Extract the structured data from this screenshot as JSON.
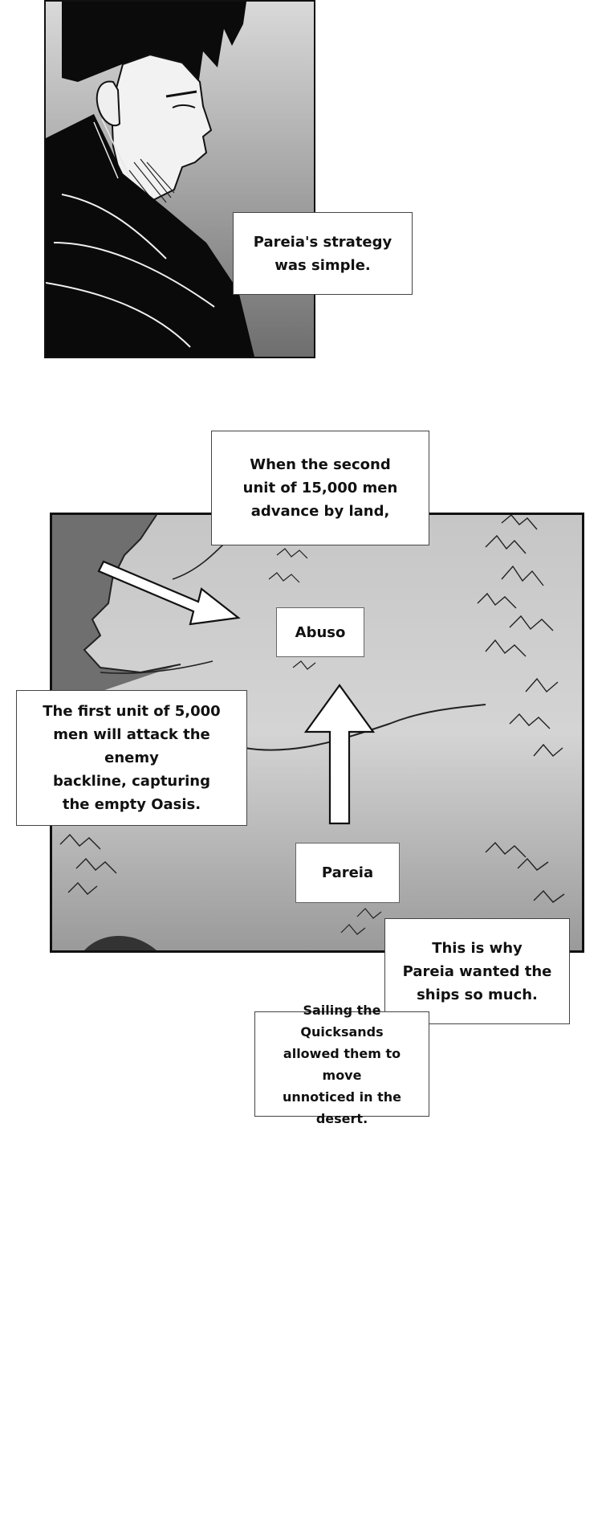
{
  "captions": {
    "strategy": "Pareia's strategy\nwas simple.",
    "second_unit": "When the second\nunit of 15,000 men\nadvance by land,",
    "first_unit": "The first unit of 5,000\nmen will attack the enemy\nbackline, capturing\nthe empty Oasis.",
    "ships": "This is why\nPareia wanted the\nships so much.",
    "quicksands": "Sailing the Quicksands\nallowed them to move\nunnoticed in the desert."
  },
  "map_labels": {
    "abuso": "Abuso",
    "pareia": "Pareia"
  },
  "icons": {
    "arrow_to_abuso_from_coast": "diagonal-arrow",
    "arrow_to_abuso_from_pareia": "up-arrow"
  }
}
